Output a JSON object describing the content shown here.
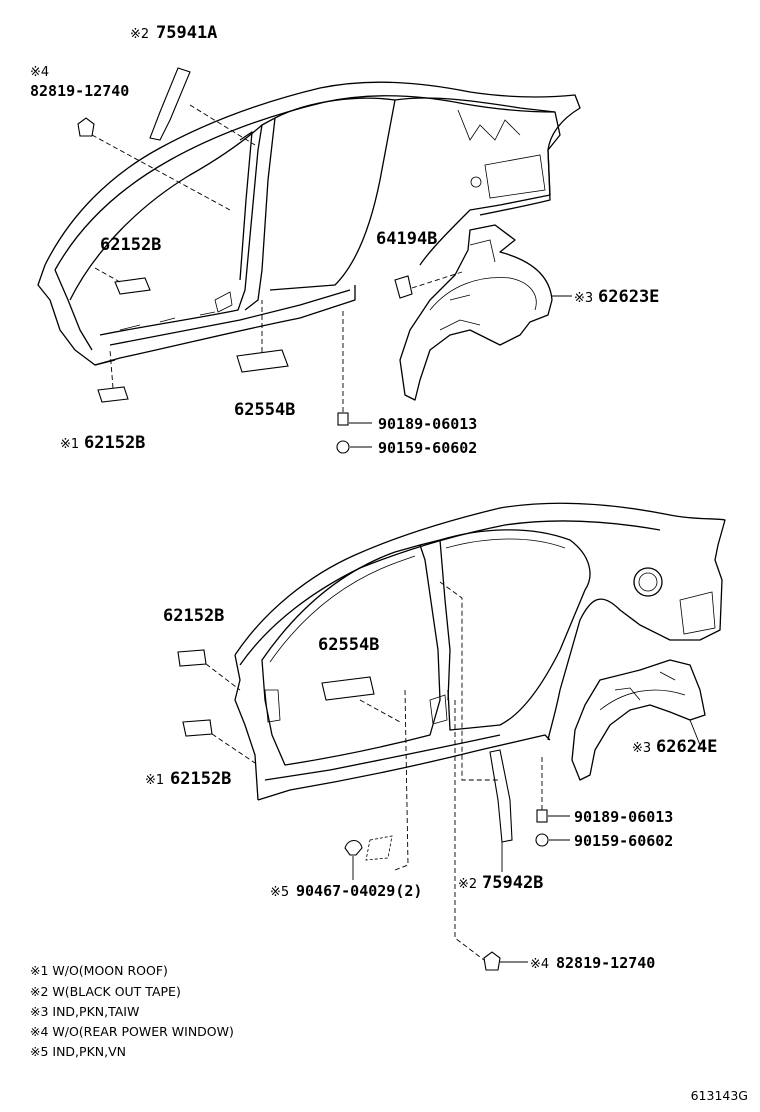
{
  "callouts": {
    "c75941a": {
      "mark": "※2",
      "part": "75941A"
    },
    "c82819a": {
      "mark": "※4",
      "part": "82819-12740"
    },
    "c62152b_top": {
      "mark": "",
      "part": "62152B"
    },
    "c64194b": {
      "mark": "",
      "part": "64194B"
    },
    "c62623e": {
      "mark": "※3",
      "part": "62623E"
    },
    "c62554b_top": {
      "mark": "",
      "part": "62554B"
    },
    "c62152b_top1": {
      "mark": "※1",
      "part": "62152B"
    },
    "c90189_top": {
      "mark": "",
      "part": "90189-06013"
    },
    "c90159_top": {
      "mark": "",
      "part": "90159-60602"
    },
    "c62152b_bot": {
      "mark": "",
      "part": "62152B"
    },
    "c62554b_bot": {
      "mark": "",
      "part": "62554B"
    },
    "c62152b_bot1": {
      "mark": "※1",
      "part": "62152B"
    },
    "c62624e": {
      "mark": "※3",
      "part": "62624E"
    },
    "c90189_bot": {
      "mark": "",
      "part": "90189-06013"
    },
    "c90159_bot": {
      "mark": "",
      "part": "90159-60602"
    },
    "c90467": {
      "mark": "※5",
      "part": "90467-04029(2)"
    },
    "c75942b": {
      "mark": "※2",
      "part": "75942B"
    },
    "c82819b": {
      "mark": "※4",
      "part": "82819-12740"
    }
  },
  "notes": [
    "※1 W/O(MOON ROOF)",
    "※2 W(BLACK OUT TAPE)",
    "※3 IND,PKN,TAIW",
    "※4 W/O(REAR POWER WINDOW)",
    "※5 IND,PKN,VN"
  ],
  "reference": "613143G"
}
